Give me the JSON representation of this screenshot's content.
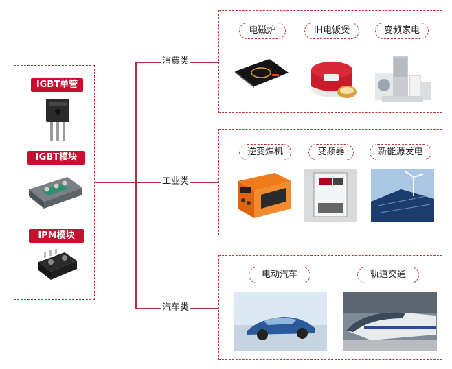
{
  "components": {
    "igbt_single": "IGBT单管",
    "igbt_module": "IGBT模块",
    "ipm_module": "IPM模块"
  },
  "categories": {
    "consumer": "消费类",
    "industrial": "工业类",
    "automotive": "汽车类"
  },
  "consumer_apps": [
    "电磁炉",
    "IH电饭煲",
    "变频家电"
  ],
  "industrial_apps": [
    "逆变焊机",
    "变频器",
    "新能源发电"
  ],
  "automotive_apps": [
    "电动汽车",
    "轨道交通"
  ],
  "colors": {
    "accent": "#c8102e",
    "line": "#a8323a"
  }
}
